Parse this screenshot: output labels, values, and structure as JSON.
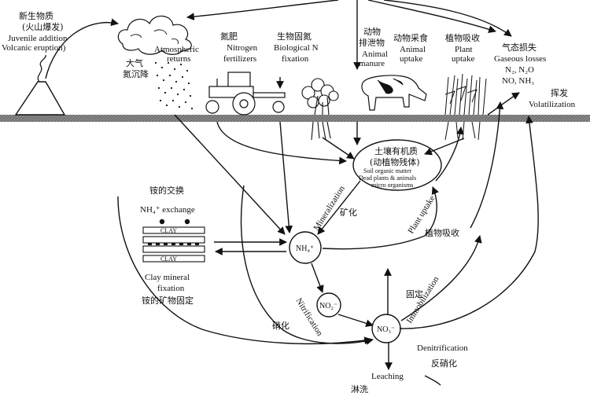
{
  "diagram": {
    "labels": {
      "juvenile_zh": "新生物质",
      "juvenile_zh2": "(火山爆发)",
      "juvenile_en1": "Juvenile addition",
      "juvenile_en2": "Volcanic eruption)",
      "atm_zh1": "大气",
      "atm_zh2": "氮沉降",
      "atm_en1": "Atmospheric",
      "atm_en2": "returns",
      "fert_zh": "氮肥",
      "fert_en1": "Nitrogen",
      "fert_en2": "fertilizers",
      "bio_zh": "生物固氮",
      "bio_en1": "Biological N",
      "bio_en2": "fixation",
      "manure_zh1": "动物",
      "manure_zh2": "排泄物",
      "manure_en1": "Animal",
      "manure_en2": "manure",
      "animal_uptake_zh": "动物采食",
      "animal_uptake_en1": "Animal",
      "animal_uptake_en2": "uptake",
      "plant_uptake_top_zh": "植物吸收",
      "plant_uptake_top_en1": "Plant",
      "plant_uptake_top_en2": "uptake",
      "gas_zh": "气态损失",
      "gas_en": "Gaseous losses",
      "gas_species1": "N₂, N₂O",
      "gas_species2": "NO, NH₃",
      "volat_zh": "挥发",
      "volat_en": "Volatilization",
      "som_zh1": "土壤有机质",
      "som_zh2": "(动植物残体)",
      "som_en1": "Soil organic matter",
      "som_en2": "Dead plants & animals",
      "som_en3": "micro organisms",
      "exchange_zh": "铵的交换",
      "exchange_en": "NH₄⁺ exchange",
      "clay_word": "CLAY",
      "clay_en1": "Clay mineral",
      "clay_en2": "fixation",
      "clay_zh": "铵的矿物固定",
      "mineral_en": "Mineralization",
      "mineral_zh": "矿化",
      "plant_uptake_en": "Plant uptake",
      "plant_uptake_zh": "植物吸收",
      "immob_en": "Immobilization",
      "immob_zh": "固定",
      "nitr_en": "Nitrification",
      "nitr_zh": "硝化",
      "denit_en": "Denitrification",
      "denit_zh": "反硝化",
      "leach_en": "Leaching",
      "leach_zh": "淋洗",
      "nh4": "NH₄⁺",
      "no2": "NO₂⁻",
      "no3": "NO₃⁻"
    }
  }
}
